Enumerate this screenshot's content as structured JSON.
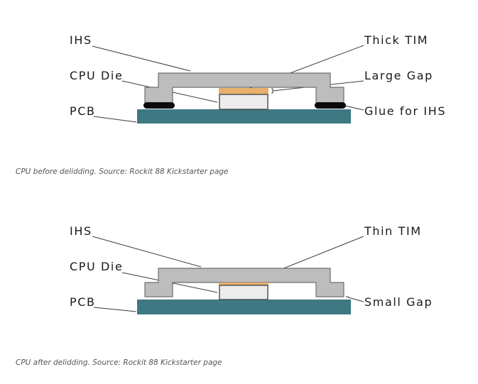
{
  "top": {
    "labels": {
      "ihs": "IHS",
      "cpu_die": "CPU Die",
      "pcb": "PCB",
      "tim": "Thick TIM",
      "gap": "Large Gap",
      "glue": "Glue for IHS"
    },
    "caption": "CPU before delidding. Source: Rockit 88 Kickstarter page"
  },
  "bottom": {
    "labels": {
      "ihs": "IHS",
      "cpu_die": "CPU Die",
      "pcb": "PCB",
      "tim": "Thin TIM",
      "gap": "Small Gap"
    },
    "caption": "CPU after delidding. Source: Rockit 88 Kickstarter page"
  },
  "colors": {
    "pcb": "#3e7883",
    "ihs": "#bdbdbd",
    "die": "#ececec",
    "tim": "#e8b06c",
    "glue": "#0b0b0b"
  }
}
